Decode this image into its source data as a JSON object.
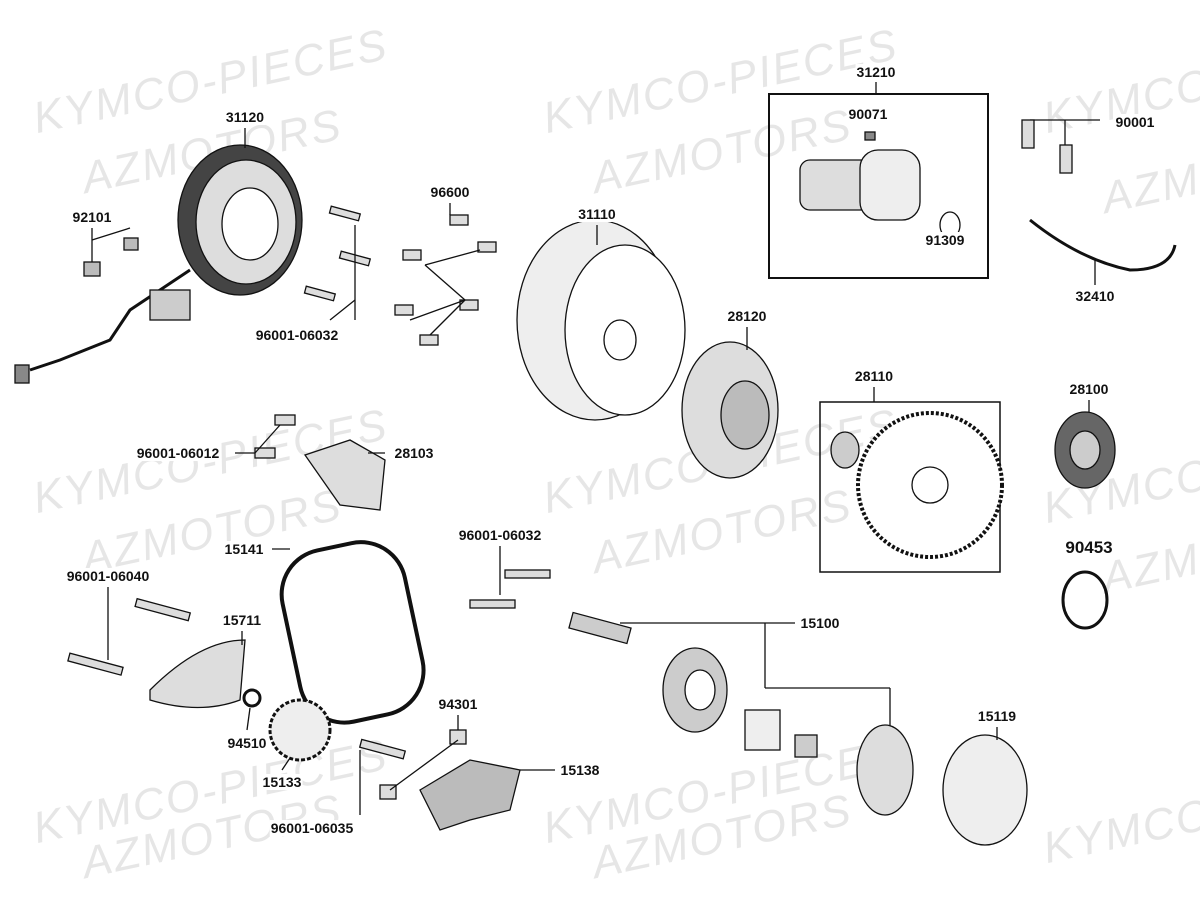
{
  "watermarks": {
    "line1": "KYMCO-PIECES",
    "line2": "AZMOTORS"
  },
  "parts": {
    "p31120": "31120",
    "p92101": "92101",
    "p96001_06032_a": "96001-06032",
    "p96600": "96600",
    "p31110": "31110",
    "p31210": "31210",
    "p90071": "90071",
    "p91309": "91309",
    "p90001": "90001",
    "p32410": "32410",
    "p28120": "28120",
    "p28110": "28110",
    "p28100": "28100",
    "p90453": "90453",
    "p96001_06012": "96001-06012",
    "p28103": "28103",
    "p15141": "15141",
    "p96001_06032_b": "96001-06032",
    "p96001_06040": "96001-06040",
    "p15711": "15711",
    "p15100": "15100",
    "p94301": "94301",
    "p15119": "15119",
    "p94510": "94510",
    "p15138": "15138",
    "p15133": "15133",
    "p96001_06035": "96001-06035"
  }
}
